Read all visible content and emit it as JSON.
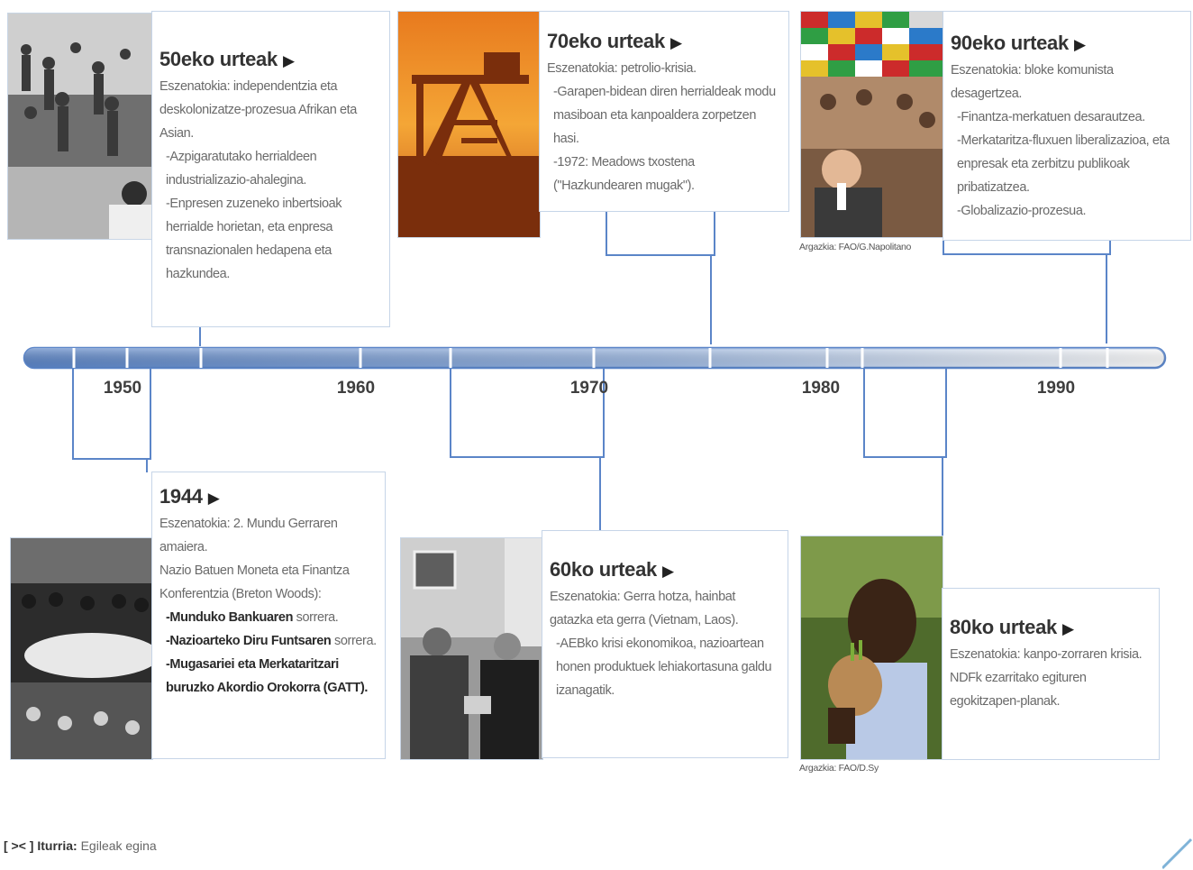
{
  "axis": {
    "years": [
      "1950",
      "1960",
      "1970",
      "1980",
      "1990"
    ]
  },
  "events": {
    "e50": {
      "title": "50eko urteak",
      "lines": [
        "Eszenatokia: independentzia eta deskolonizatze-prozesua Afrikan eta Asian.",
        "-Azpigaratutako herrialdeen industrializazio-ahalegina.",
        "-Enpresen zuzeneko inbertsioak herrialde horietan, eta enpresa transnazionalen hedapena eta hazkundea."
      ]
    },
    "e70": {
      "title": "70eko urteak",
      "lines": [
        "Eszenatokia: petrolio-krisia.",
        "-Garapen-bidean diren herrialdeak modu masiboan eta kanpoaldera zorpetzen hasi.",
        "-1972: Meadows txostena (\"Hazkundearen mugak\")."
      ]
    },
    "e90": {
      "title": "90eko urteak",
      "lines": [
        "Eszenatokia: bloke komunista desagertzea.",
        "-Finantza-merkatuen desarautzea.",
        "-Merkataritza-fluxuen liberalizazioa, eta enpresak eta zerbitzu publikoak pribatizatzea.",
        "-Globalizazio-prozesua."
      ],
      "credit": "Argazkia: FAO/G.Napolitano"
    },
    "e44": {
      "title": "1944",
      "lines": [
        "Eszenatokia: 2. Mundu Gerraren amaiera.",
        "Nazio Batuen Moneta eta Finantza Konferentzia (Breton Woods):"
      ],
      "items": [
        {
          "bold": "-Munduko Bankuaren",
          "rest": " sorrera."
        },
        {
          "bold": "-Nazioarteko Diru Funtsaren",
          "rest": " sorrera."
        },
        {
          "bold": "-Mugasariei eta Merkataritzari buruzko Akordio Orokorra (GATT).",
          "rest": ""
        }
      ]
    },
    "e60": {
      "title": "60ko urteak",
      "lines": [
        "Eszenatokia: Gerra hotza, hainbat gatazka eta gerra (Vietnam, Laos).",
        "-AEBko krisi ekonomikoa, nazioartean honen produktuek lehiakortasuna galdu izanagatik."
      ]
    },
    "e80": {
      "title": "80ko urteak",
      "lines": [
        "Eszenatokia: kanpo-zorraren krisia.",
        "NDFk ezarritako egituren egokitzapen-planak."
      ],
      "credit": "Argazkia: FAO/D.Sy"
    }
  },
  "footer": {
    "icon": "[ >< ]",
    "label": "Iturria:",
    "value": "Egileak egina"
  },
  "colors": {
    "axis_dark": "#5b85c8",
    "axis_light": "#e8eef8",
    "card_border": "#c6d5e8"
  }
}
